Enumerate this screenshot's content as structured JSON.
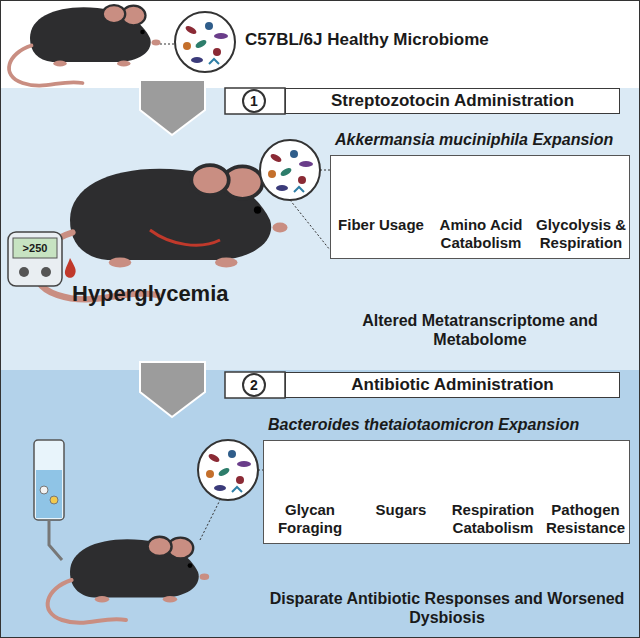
{
  "diagram": {
    "nodes": [
      {
        "text": [
          "1"
        ]
      },
      {
        "text": [
          "Streptozotocin Administration"
        ]
      },
      {
        "text": [
          "Akkermansia muciniphila Expansion",
          "Fiber Usage",
          "Amino Acid Catabolism",
          "Glycolysis & Respiration"
        ]
      },
      {
        "text": [
          "2"
        ]
      },
      {
        "text": [
          "Antibiotic Administration"
        ]
      },
      {
        "text": [
          "Bacteroides thetaiotaomicron Expansion",
          "Glycan Foraging",
          "Sugars",
          "Respiration Catabolism",
          "Pathogen Resistance"
        ]
      }
    ],
    "labels": [
      "C57BL/6J Healthy Microbiome",
      ">250",
      "Hyperglycemia",
      "Altered Metatranscriptome and Metabolome",
      "Disparate Antibiotic Responses and Worsened Dysbiosis"
    ]
  }
}
